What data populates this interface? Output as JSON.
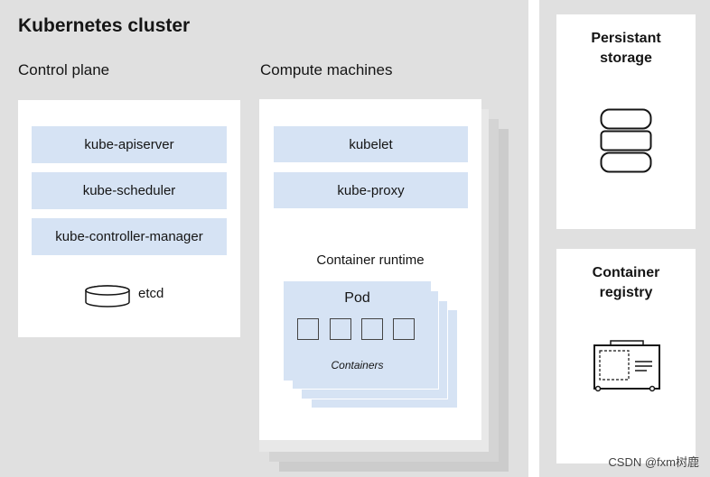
{
  "title": "Kubernetes cluster",
  "control_plane": {
    "heading": "Control plane",
    "components": [
      "kube-apiserver",
      "kube-scheduler",
      "kube-controller-manager"
    ],
    "etcd_label": "etcd"
  },
  "compute": {
    "heading": "Compute machines",
    "components": [
      "kubelet",
      "kube-proxy"
    ],
    "runtime_label": "Container runtime",
    "pod_label": "Pod",
    "containers_label": "Containers"
  },
  "storage": {
    "title_line1": "Persistant",
    "title_line2": "storage",
    "icon": "database-icon"
  },
  "registry": {
    "title_line1": "Container",
    "title_line2": "registry",
    "icon": "registry-icon"
  },
  "watermark": "CSDN @fxm树鹿"
}
